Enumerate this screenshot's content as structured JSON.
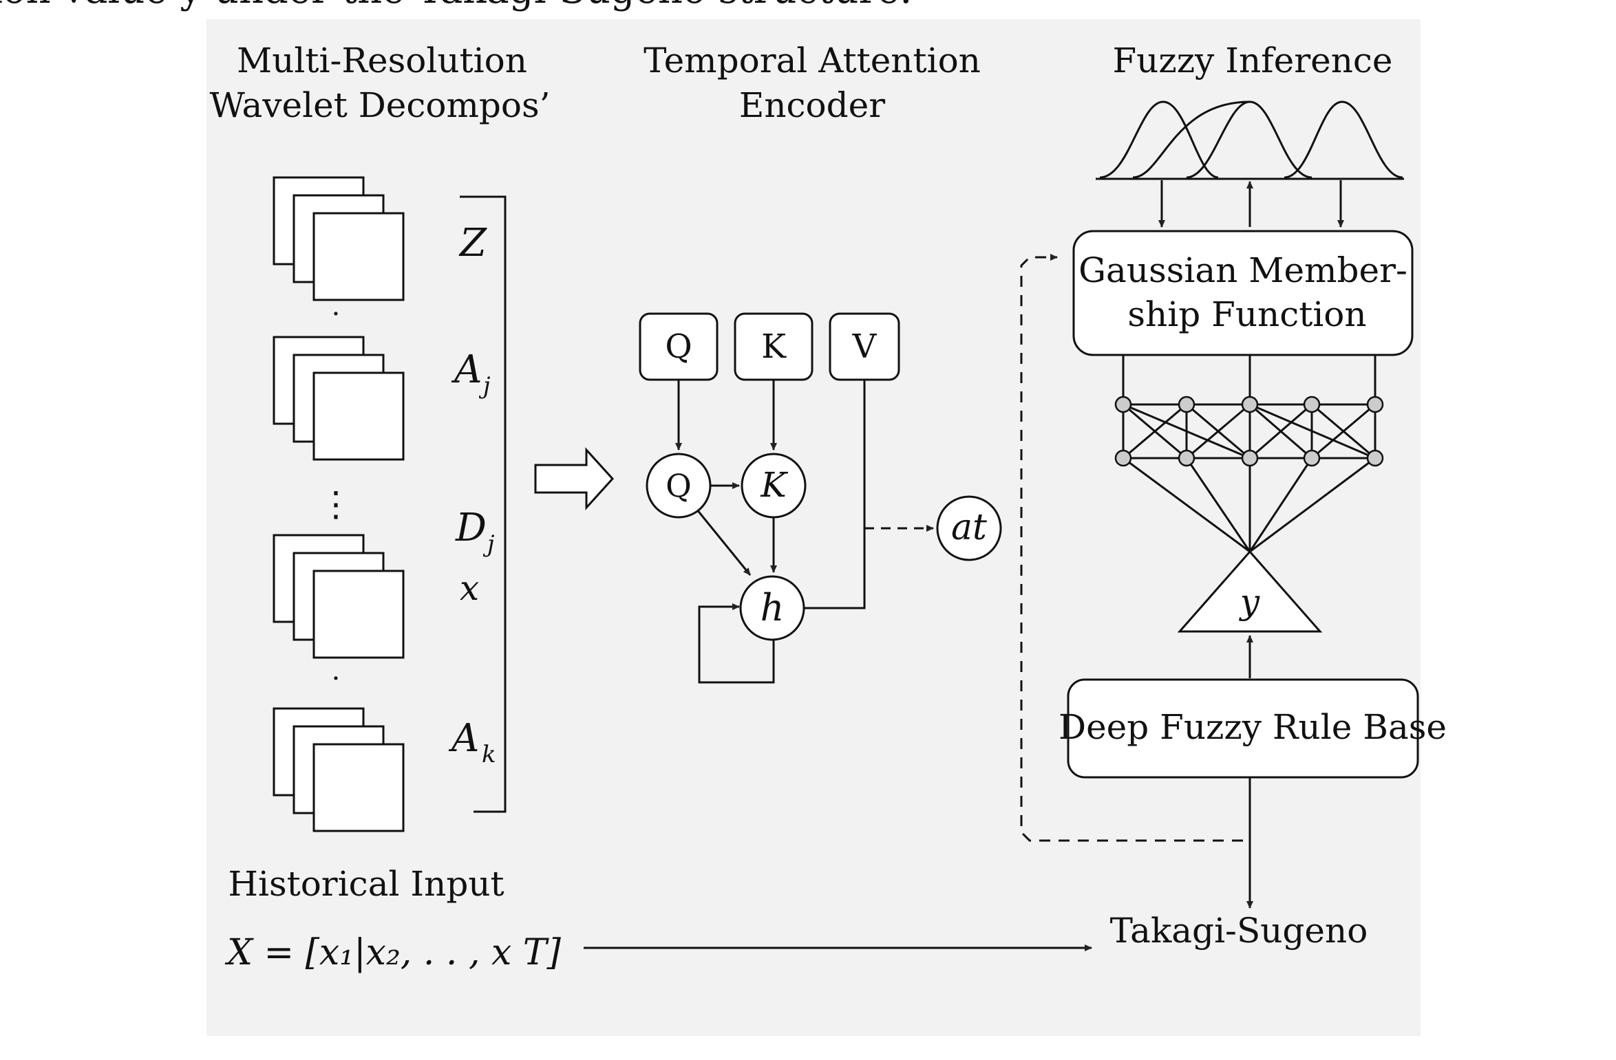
{
  "caption_fragment": "ion value y under the Takagi-Sugeno structure.",
  "sections": {
    "wavelet_title_1": "Multi-Resolution",
    "wavelet_title_2": "Wavelet Decompos’",
    "attention_title_1": "Temporal Attention",
    "attention_title_2": "Encoder",
    "fuzzy_title": "Fuzzy Inference"
  },
  "wavelet_labels": {
    "z": "Z",
    "a_j": "A",
    "a_j_sub": "j",
    "d_j": "D",
    "d_j_sub": "j",
    "x": "x",
    "a_k": "A",
    "a_k_sub": "k",
    "dot": "·",
    "vdots": "⋮"
  },
  "attention": {
    "q_box": "Q",
    "k_box": "K",
    "v_box": "V",
    "q_node": "Q",
    "k_node": "K",
    "h_node": "h",
    "at_node": "at"
  },
  "fuzzy": {
    "gmf_line1": "Gaussian Member-",
    "gmf_line2": "ship Function",
    "y_label": "y",
    "rule_base": "Deep Fuzzy Rule Base",
    "takagi": "Takagi-Sugeno"
  },
  "input": {
    "title": "Historical Input",
    "formula": "X = [x₁|x₂, . . , x T]"
  }
}
